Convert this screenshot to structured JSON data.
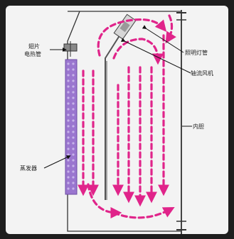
{
  "labels": {
    "light_tube": "照明灯管",
    "fan": "轴流风机",
    "inner_liner": "内胆",
    "heater_line1": "翅片",
    "heater_line2": "电热管",
    "evaporator": "蒸发器"
  },
  "colors": {
    "airflow": "#e0248a",
    "evaporator": "#9a76cf",
    "outline": "#333333",
    "background": "#f3f3f3",
    "frame": "#1e1e1e"
  }
}
